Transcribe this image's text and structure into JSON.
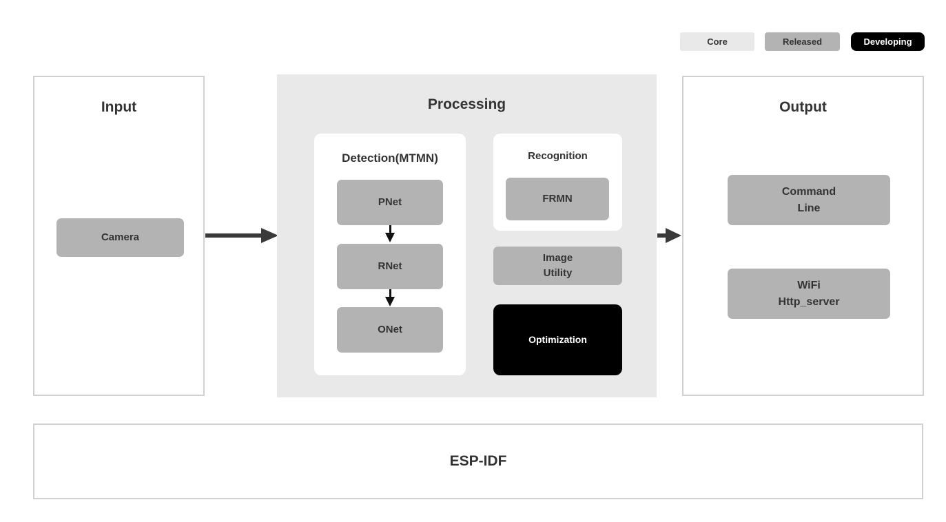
{
  "legend": {
    "items": [
      {
        "id": "core",
        "label": "Core",
        "fill": "#e9e9e9",
        "text_color": "#333333"
      },
      {
        "id": "released",
        "label": "Released",
        "fill": "#b3b3b3",
        "text_color": "#333333"
      },
      {
        "id": "developing",
        "label": "Developing",
        "fill": "#000000",
        "text_color": "#ffffff"
      }
    ]
  },
  "sections": {
    "input": {
      "title": "Input",
      "camera_label": "Camera"
    },
    "processing": {
      "title": "Processing",
      "detection": {
        "title": "Detection(MTMN)",
        "nodes": [
          {
            "label": "PNet"
          },
          {
            "label": "RNet"
          },
          {
            "label": "ONet"
          }
        ]
      },
      "recognition": {
        "title": "Recognition",
        "node_label": "FRMN"
      },
      "image_utility": {
        "lines": [
          "Image",
          "Utility"
        ]
      },
      "optimization": {
        "label": "Optimization"
      }
    },
    "output": {
      "title": "Output",
      "nodes": [
        {
          "lines": [
            "Command",
            "Line"
          ]
        },
        {
          "lines": [
            "WiFi",
            "Http_server"
          ]
        }
      ]
    },
    "foundation": {
      "title": "ESP-IDF"
    }
  },
  "colors": {
    "processing_fill": "#e9e9e9",
    "node_fill": "#b3b3b3",
    "developing_fill": "#000000",
    "text": "#333333",
    "section_border": "#d0d0d0",
    "arrow": "#3a3a3a"
  }
}
